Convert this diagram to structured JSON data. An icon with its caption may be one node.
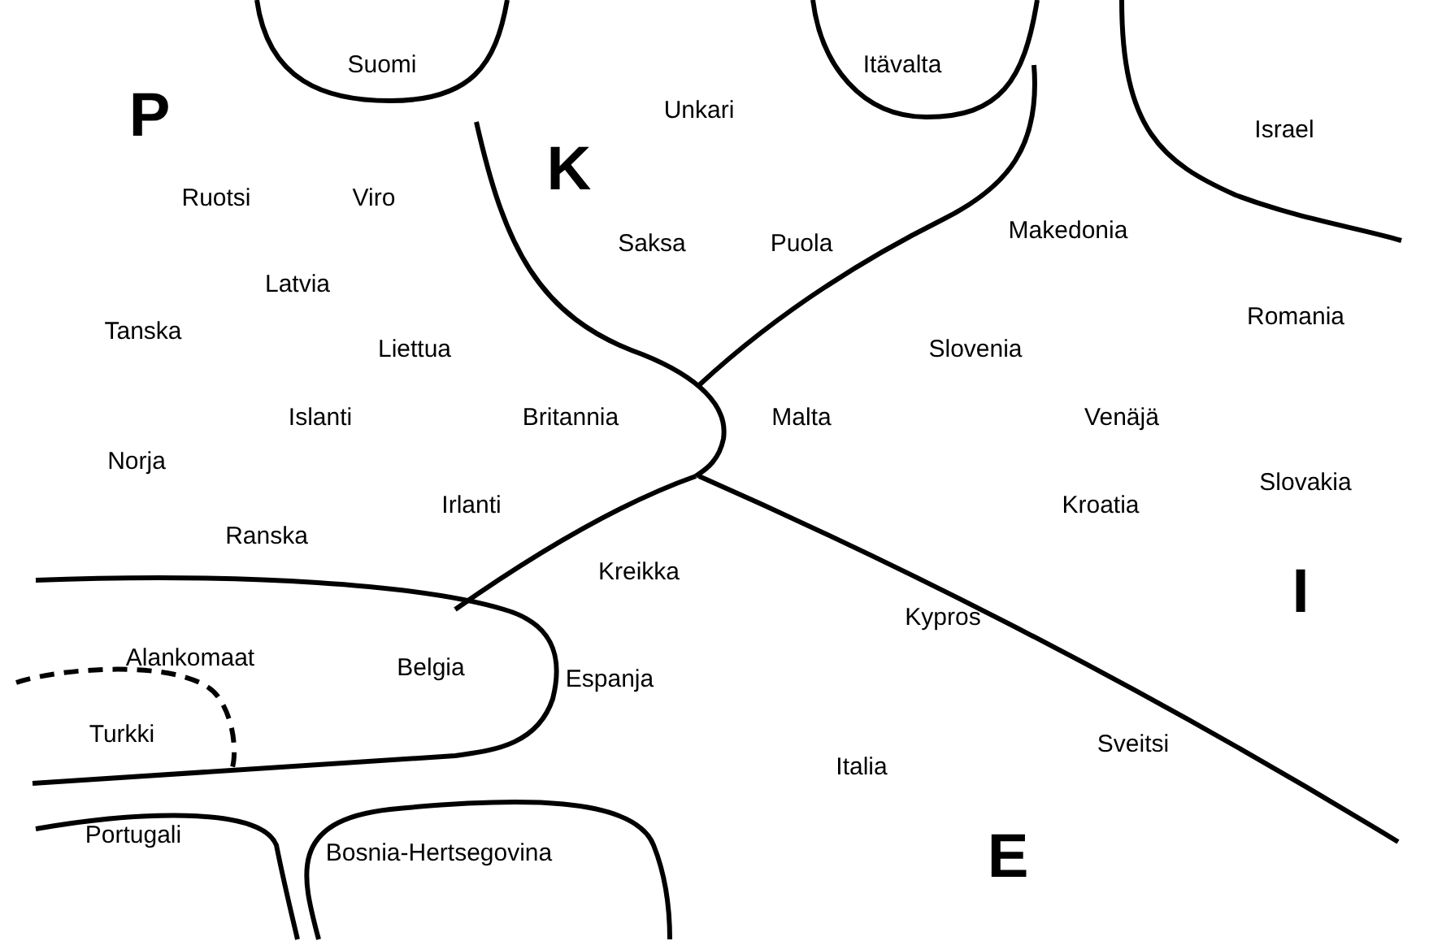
{
  "diagram": {
    "labels": [
      "Suomi",
      "Itävalta",
      "Unkari",
      "P",
      "Israel",
      "K",
      "Ruotsi",
      "Viro",
      "Saksa",
      "Puola",
      "Makedonia",
      "Latvia",
      "Tanska",
      "Romania",
      "Liettua",
      "Slovenia",
      "Islanti",
      "Britannia",
      "Malta",
      "Venäjä",
      "Norja",
      "Slovakia",
      "Irlanti",
      "Kroatia",
      "Ranska",
      "Kreikka",
      "I",
      "Kypros",
      "Alankomaat",
      "Belgia",
      "Espanja",
      "Turkki",
      "Sveitsi",
      "Italia",
      "E",
      "Portugali",
      "Bosnia-Hertsegovina"
    ]
  }
}
